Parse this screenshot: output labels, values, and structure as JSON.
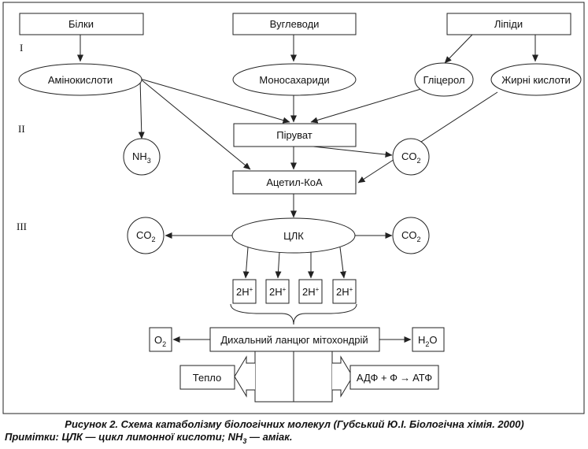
{
  "stages": [
    "I",
    "II",
    "III"
  ],
  "nodes": {
    "proteins": "Білки",
    "carbohydrates": "Вуглеводи",
    "lipids": "Ліпіди",
    "amino_acids": "Амінокислоти",
    "monosaccharides": "Моносахариди",
    "glycerol": "Гліцерол",
    "fatty_acids": "Жирні кислоти",
    "nh3_base": "NH",
    "nh3_sub": "3",
    "pyruvate": "Піруват",
    "co2_base": "CO",
    "co2_sub": "2",
    "acetyl_coa": "Ацетил-КоА",
    "tca": "ЦЛК",
    "h_base": "2H",
    "h_sup": "+",
    "resp_chain": "Дихальний ланцюг мітохондрій",
    "o2_base": "O",
    "o2_sub": "2",
    "h2o_pre": "H",
    "h2o_sub": "2",
    "h2o_post": "O",
    "heat": "Тепло",
    "atp": "АДФ + Ф",
    "atp_arrow": "→",
    "atp_product": "АТФ"
  },
  "caption": {
    "line1": "Рисунок 2. Схема катаболізму біологічних молекул (Губський Ю.І. Біологічна хімія. 2000)",
    "line2_pre": "Примітки:  ЦЛК — цикл лимонної кислоти; NH",
    "line2_sub": "3",
    "line2_post": " — аміак."
  }
}
